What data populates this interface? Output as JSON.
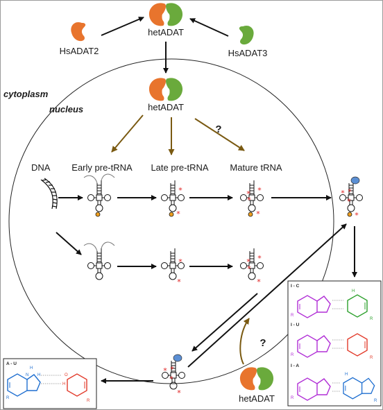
{
  "labels": {
    "hetadat_top": "hetADAT",
    "hsadat2": "HsADAT2",
    "hsadat3": "HsADAT3",
    "cytoplasm": "cytoplasm",
    "nucleus": "nucleus",
    "hetadat_nucleus": "hetADAT",
    "question_nucleus": "?",
    "dna": "DNA",
    "early_pre_trna": "Early pre-tRNA",
    "late_pre_trna": "Late pre-tRNA",
    "mature_trna": "Mature tRNA",
    "question_bottom": "?",
    "hetadat_bottom": "hetADAT"
  },
  "insets": {
    "au_title": "A - U",
    "ic_title": "I - C",
    "iu_title": "I - U",
    "ia_title": "I - A"
  },
  "atoms": {
    "N": "N",
    "H": "H",
    "O": "O",
    "R": "R"
  },
  "colors": {
    "hsadat2": "#e8742d",
    "hsadat3": "#6aaa3c",
    "arrow_brown": "#7a5a12",
    "mark_red": "#e02020",
    "cca_orange": "#f0a020",
    "modification_blue": "#5b8fd4",
    "inosine": "#b12fd6",
    "cytidine": "#2ca02c",
    "uridine": "#e23a2a",
    "adenosine": "#1f6fd0"
  }
}
